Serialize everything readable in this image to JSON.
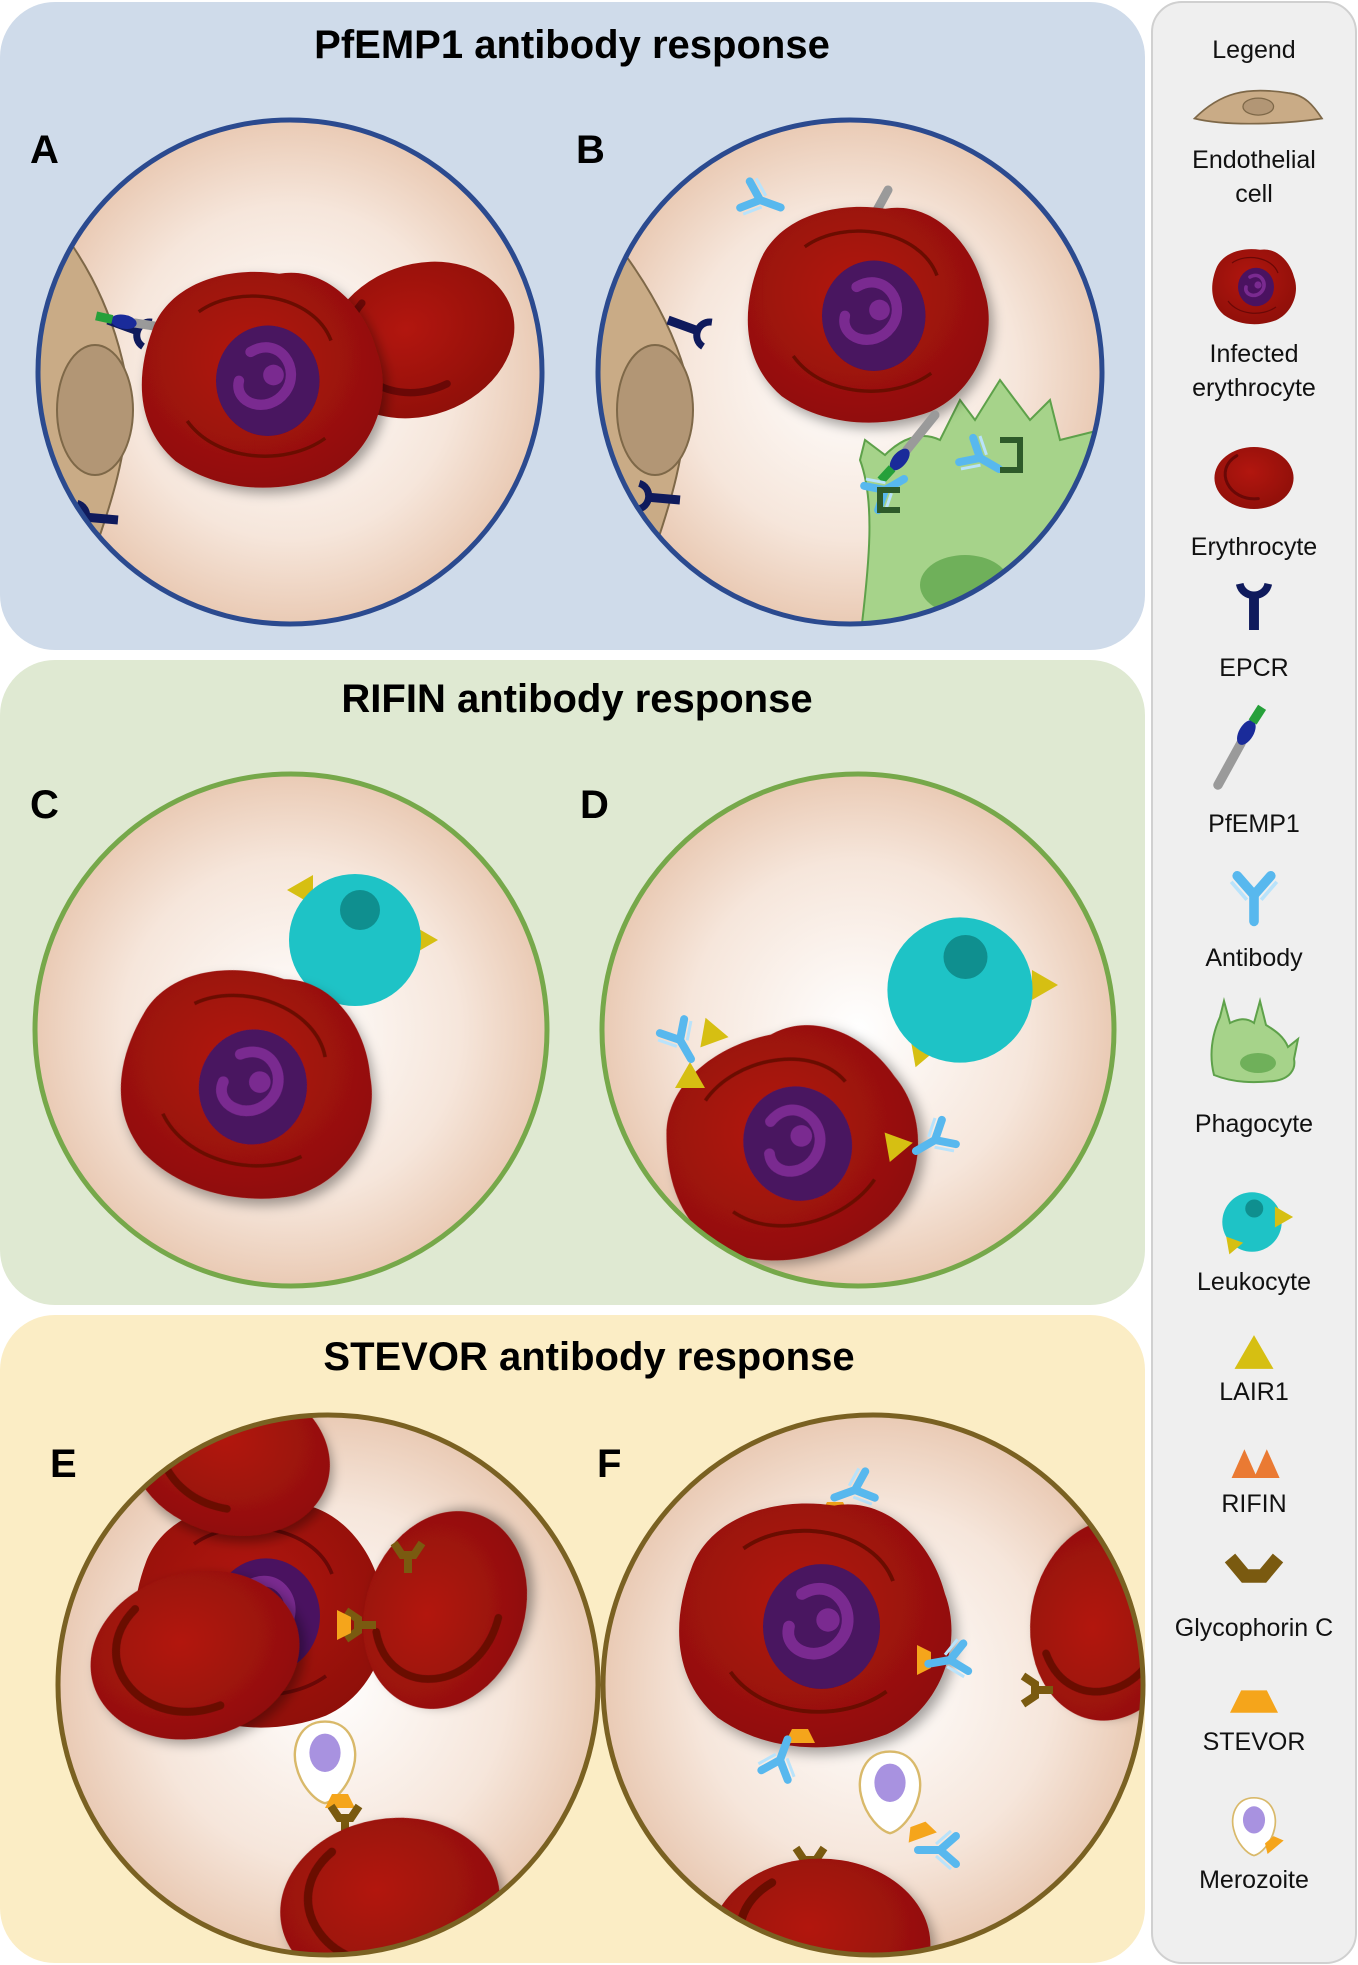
{
  "sections": [
    {
      "title": "PfEMP1 antibody response",
      "panels": [
        "A",
        "B"
      ],
      "background": "#cfdbea",
      "circle_border": "#2b4a8f"
    },
    {
      "title": "RIFIN antibody response",
      "panels": [
        "C",
        "D"
      ],
      "background": "#dfe9d2",
      "circle_border": "#76a84a"
    },
    {
      "title": "STEVOR antibody response",
      "panels": [
        "E",
        "F"
      ],
      "background": "#fbedc5",
      "circle_border": "#7a6122"
    }
  ],
  "legend": {
    "title": "Legend",
    "items": [
      {
        "icon": "endothelial-cell-icon",
        "lines": [
          "Endothelial",
          "cell"
        ]
      },
      {
        "icon": "infected-erythrocyte-icon",
        "lines": [
          "Infected",
          "erythrocyte"
        ]
      },
      {
        "icon": "erythrocyte-icon",
        "lines": [
          "Erythrocyte"
        ]
      },
      {
        "icon": "epcr-icon",
        "lines": [
          "EPCR"
        ]
      },
      {
        "icon": "pfemp1-icon",
        "lines": [
          "PfEMP1"
        ]
      },
      {
        "icon": "antibody-icon",
        "lines": [
          "Antibody"
        ]
      },
      {
        "icon": "phagocyte-icon",
        "lines": [
          "Phagocyte"
        ]
      },
      {
        "icon": "leukocyte-icon",
        "lines": [
          "Leukocyte"
        ]
      },
      {
        "icon": "lair1-icon",
        "lines": [
          "LAIR1"
        ]
      },
      {
        "icon": "rifin-icon",
        "lines": [
          "RIFIN"
        ]
      },
      {
        "icon": "glycophorin-c-icon",
        "lines": [
          "Glycophorin C"
        ]
      },
      {
        "icon": "stevor-icon",
        "lines": [
          "STEVOR"
        ]
      },
      {
        "icon": "merozoite-icon",
        "lines": [
          "Merozoite"
        ]
      }
    ]
  },
  "colors": {
    "erythrocyte": "#a0120c",
    "erythrocyte_dark": "#6a0806",
    "parasite": "#4a1260",
    "endothelial": "#c9ab86",
    "epcr": "#0f1a5c",
    "pfemp1_stem": "#9a9a9a",
    "pfemp1_head": "#1a2b9a",
    "pfemp1_tip": "#26a03a",
    "antibody": "#58b8ee",
    "phagocyte": "#a6d38a",
    "leukocyte": "#1ec3c6",
    "leukocyte_nucleus": "#0f8f8f",
    "lair1": "#d6bf12",
    "rifin": "#ea7a33",
    "glycophorin_c": "#7a5a10",
    "stevor": "#f5a51b",
    "merozoite": "#a892e0",
    "circle_fill_center": "#ffffff",
    "circle_fill_edge": "#e8c6ae",
    "legend_bg": "#efefef"
  }
}
